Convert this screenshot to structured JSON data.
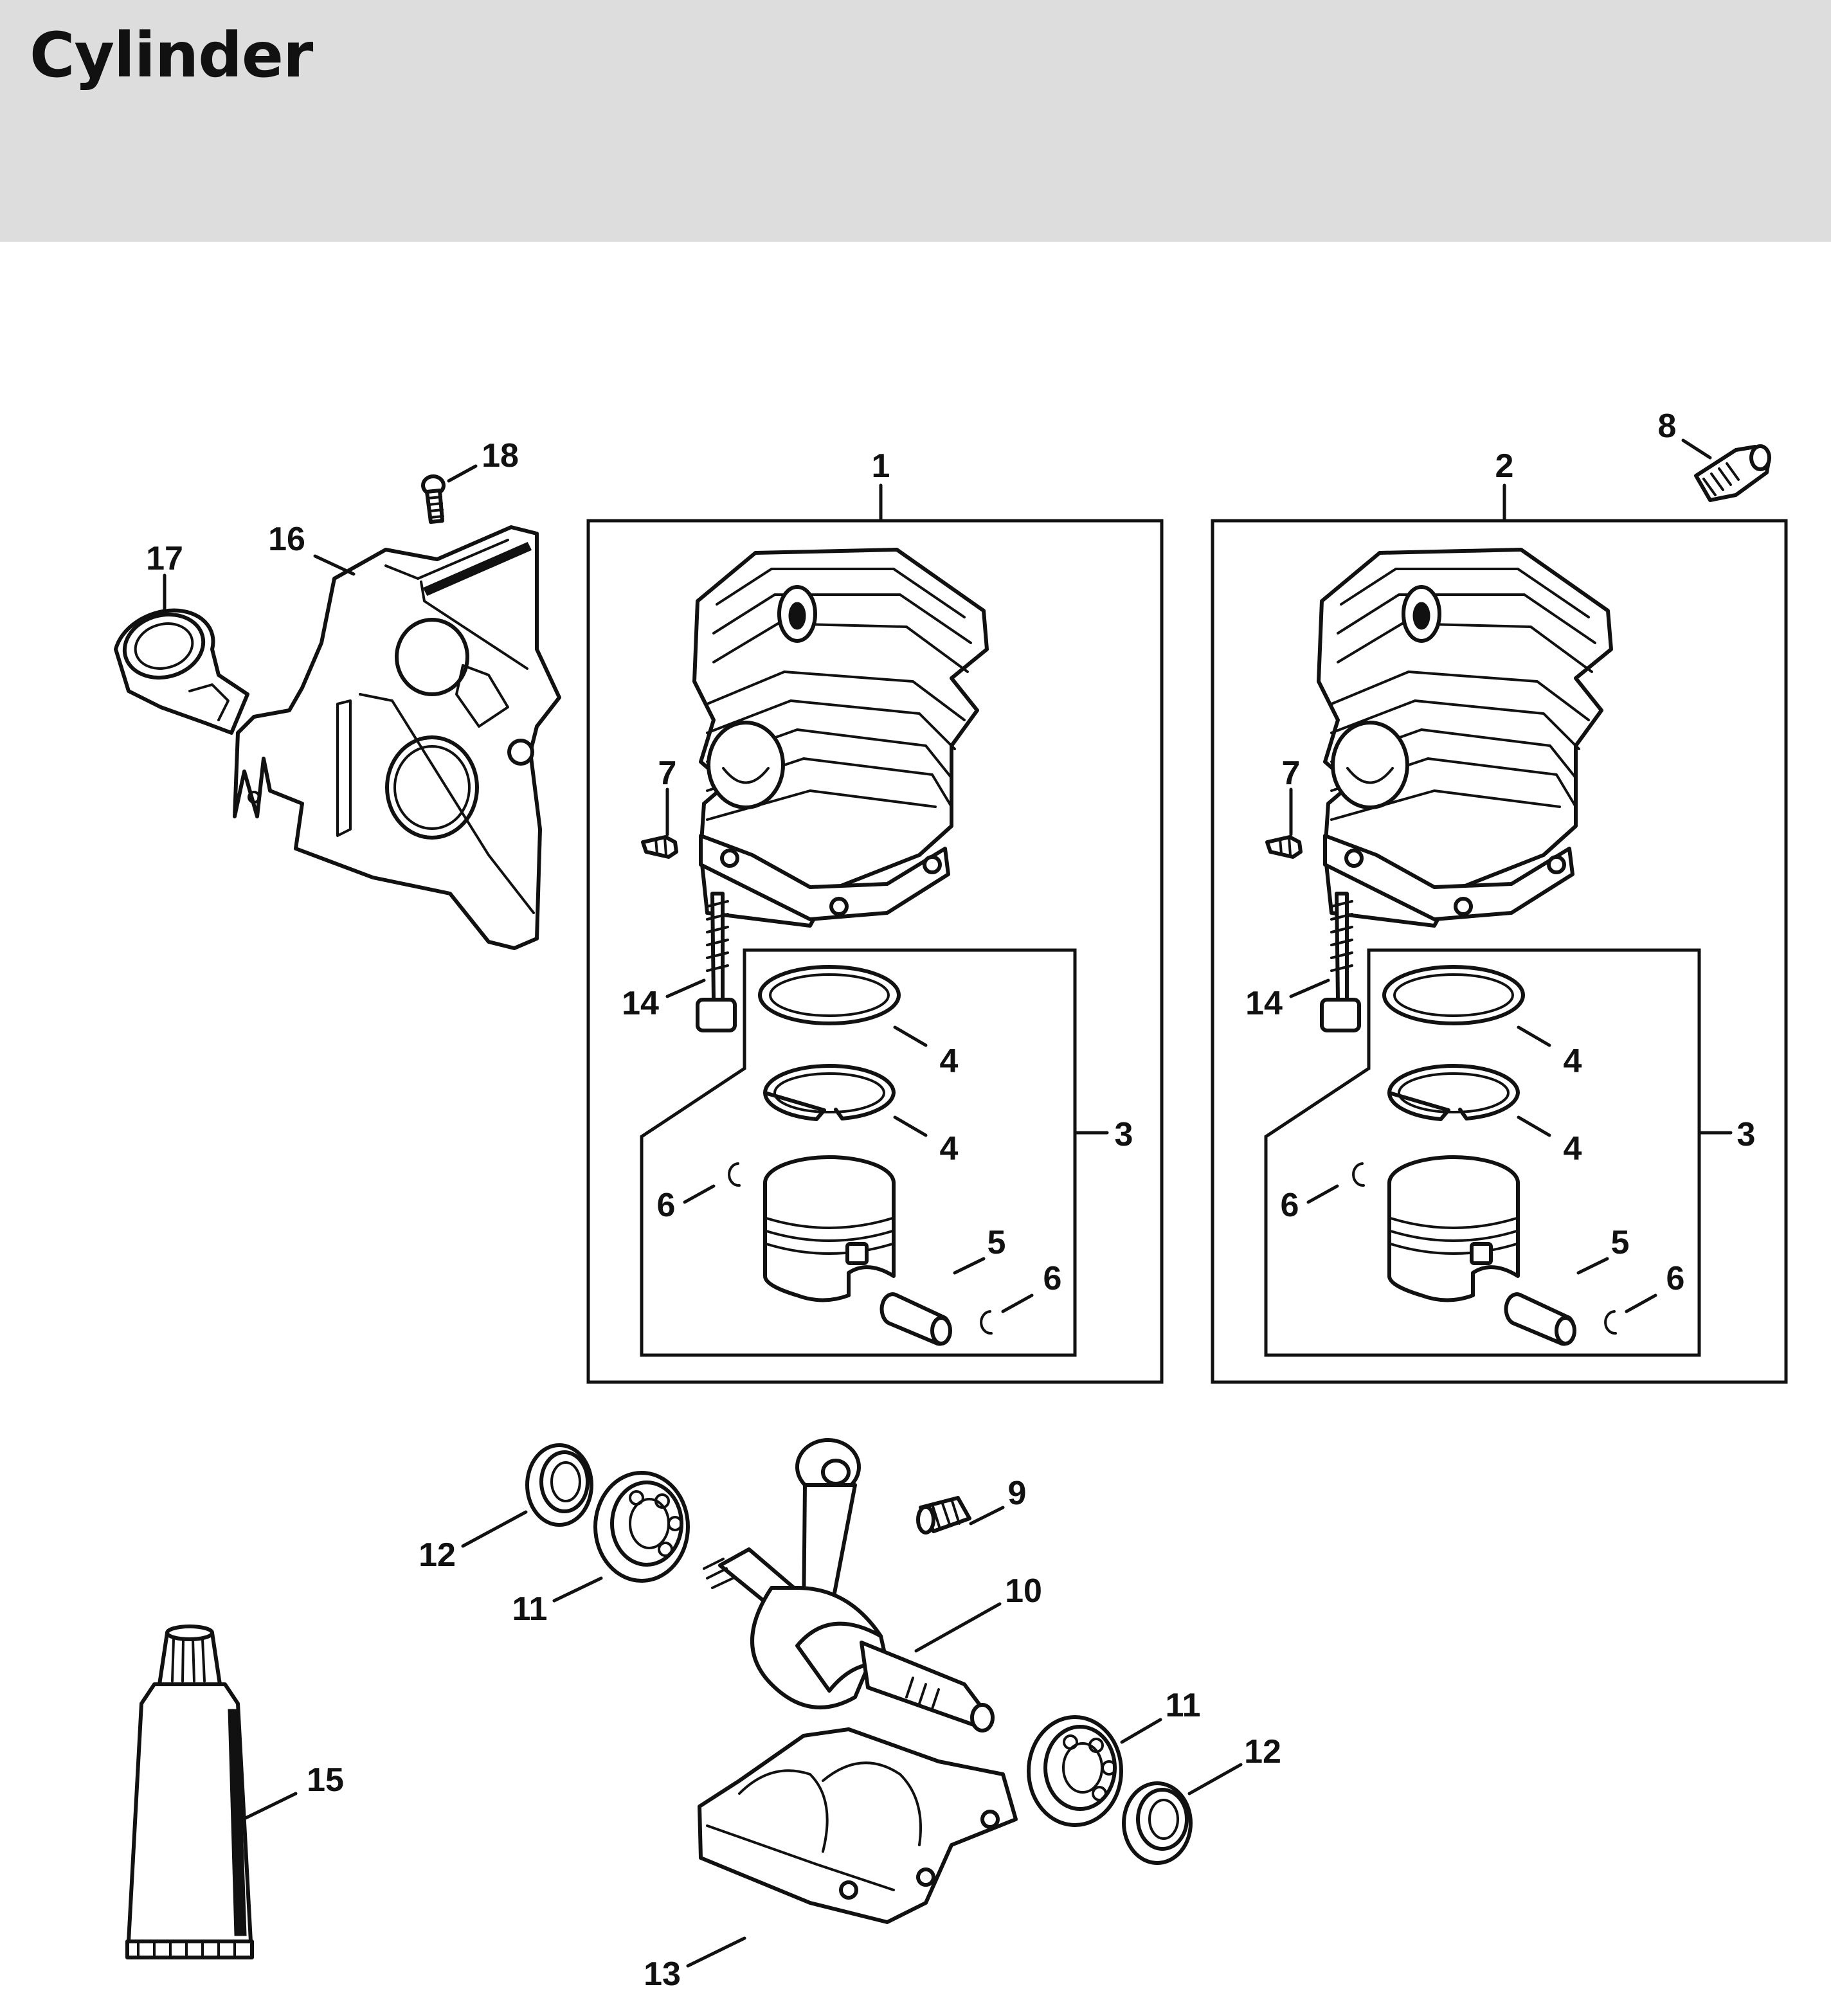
{
  "page": {
    "title": "Cylinder"
  },
  "callouts": {
    "c1": "1",
    "c2": "2",
    "c3a": "3",
    "c3b": "3",
    "c4a": "4",
    "c4b": "4",
    "c4c": "4",
    "c4d": "4",
    "c5a": "5",
    "c5b": "5",
    "c6a": "6",
    "c6b": "6",
    "c6c": "6",
    "c6d": "6",
    "c7a": "7",
    "c7b": "7",
    "c8": "8",
    "c9": "9",
    "c10": "10",
    "c11a": "11",
    "c11b": "11",
    "c12a": "12",
    "c12b": "12",
    "c13": "13",
    "c14a": "14",
    "c14b": "14",
    "c15": "15",
    "c16": "16",
    "c17": "17",
    "c18": "18"
  }
}
